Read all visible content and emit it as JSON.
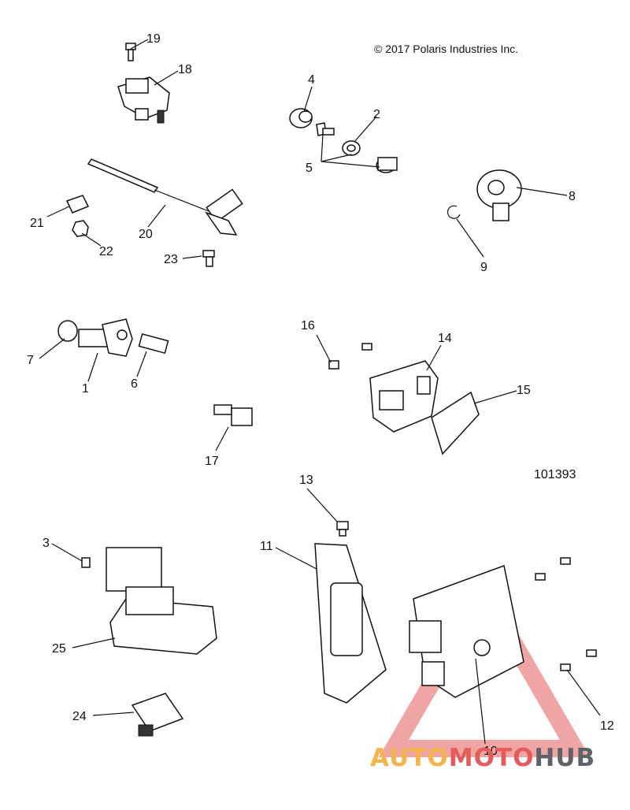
{
  "copyright": "© 2017 Polaris Industries Inc.",
  "figure_number": "101393",
  "callouts": [
    "1",
    "2",
    "3",
    "4",
    "5",
    "6",
    "7",
    "8",
    "9",
    "10",
    "11",
    "12",
    "13",
    "14",
    "15",
    "16",
    "17",
    "18",
    "19",
    "20",
    "21",
    "22",
    "23",
    "24",
    "25"
  ],
  "watermark": {
    "part1": "AUTO",
    "part2": "MOTO",
    "part3": "HUB"
  },
  "colors": {
    "watermark_red": "#e45b5b",
    "watermark_orange": "#f4b44a",
    "watermark_gray": "#5f6368"
  }
}
